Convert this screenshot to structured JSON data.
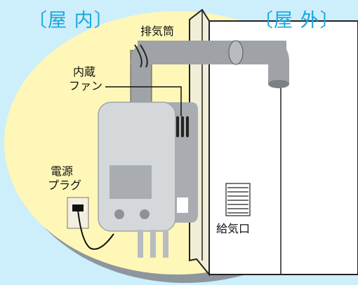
{
  "zones": {
    "indoor": "〔屋 内〕",
    "outdoor": "〔屋 外〕"
  },
  "labels": {
    "exhaust_pipe": "排気筒",
    "internal_fan_line1": "内蔵",
    "internal_fan_line2": "ファン",
    "power_plug_line1": "電源",
    "power_plug_line2": "プラグ",
    "air_intake": "給気口"
  },
  "colors": {
    "background": "#cdeefb",
    "ellipse_fill": "#fff7b8",
    "ellipse_shadow": "#8d969c",
    "zone_text": "#1aa6dd",
    "pipe": "#9fa3a7",
    "heater_body": "#d5d8db",
    "heater_panel": "#a9adb1",
    "wall": "#ffffff",
    "wall_side": "#f1eed8"
  }
}
